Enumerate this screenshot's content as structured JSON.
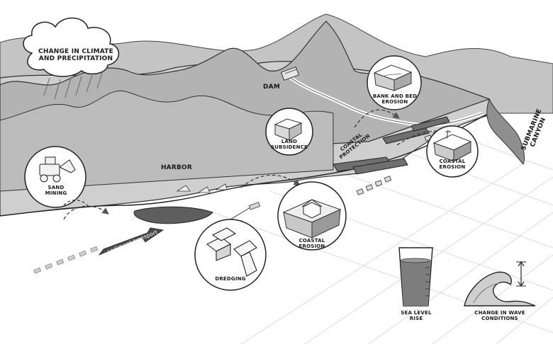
{
  "labels": {
    "climate": "CHANGE IN CLIMATE AND PRECIPITATION",
    "dam": "DAM",
    "bank_bed_erosion": "BANK AND BED EROSION",
    "land_subsidence": "LAND SUBSIDENCE",
    "coastal_protection": "COASTAL PROTECTION",
    "submarine_canyon": "SUBMARINE CANYON",
    "coastal_erosion_right": "COASTAL EROSION",
    "harbor": "HARBOR",
    "sand_mining": "SAND MINING",
    "coastal_erosion_center": "COASTAL EROSION",
    "sediment_transport": "sediment transport",
    "dredging": "DREDGING",
    "sea_level_rise": "SEA LEVEL RISE",
    "wave_conditions": "CHANGE IN WAVE CONDITIONS"
  },
  "icons": [
    "cloud-icon",
    "dam-icon",
    "excavator-icon",
    "dredger-icon",
    "house-icon",
    "water-glass-icon",
    "wave-icon",
    "arrow-icon"
  ],
  "colors": {
    "sky": "#ffffff",
    "far_mountains": "#bdbdbd",
    "near_mountains": "#a7a7a7",
    "land": "#cfcfcf",
    "sea": "#f3f3f3",
    "sediment_band": "#6b6b6b",
    "ink": "#222222"
  }
}
